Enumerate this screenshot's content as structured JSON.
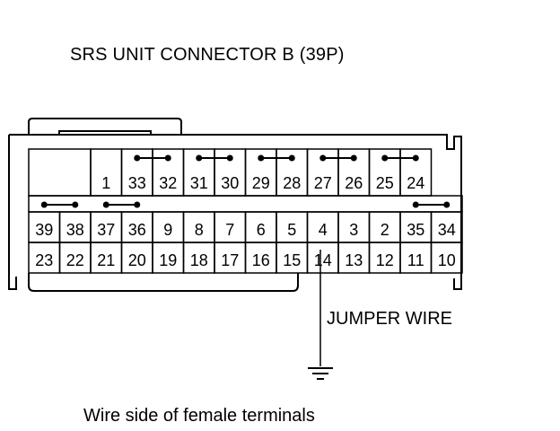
{
  "title": "SRS UNIT CONNECTOR B (39P)",
  "caption": "Wire side of female terminals",
  "jumper_label": "JUMPER WIRE",
  "rows": {
    "top": [
      "1",
      "33",
      "32",
      "31",
      "30",
      "29",
      "28",
      "27",
      "26",
      "25",
      "24"
    ],
    "middle": [
      "39",
      "38",
      "37",
      "36",
      "9",
      "8",
      "7",
      "6",
      "5",
      "4",
      "3",
      "2",
      "35",
      "34"
    ],
    "bottom": [
      "23",
      "22",
      "21",
      "20",
      "19",
      "18",
      "17",
      "16",
      "15",
      "14",
      "13",
      "12",
      "11",
      "10"
    ]
  },
  "shorting_bars": [
    [
      "33",
      "32"
    ],
    [
      "31",
      "30"
    ],
    [
      "29",
      "28"
    ],
    [
      "27",
      "26"
    ],
    [
      "25",
      "24"
    ],
    [
      "39",
      "38"
    ],
    [
      "37",
      "36"
    ],
    [
      "35",
      "34"
    ]
  ],
  "jumper_terminal": "14",
  "ground_symbol": "ground-icon"
}
